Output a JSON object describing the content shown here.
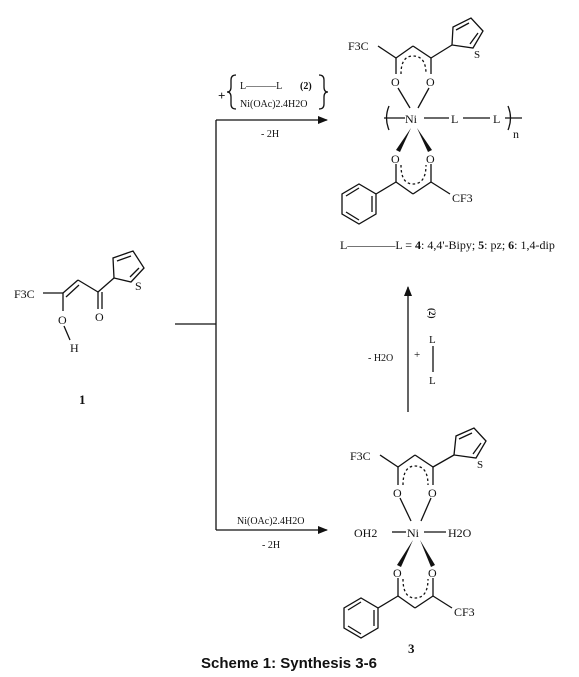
{
  "caption": "Scheme 1: Synthesis 3-6",
  "compound1": {
    "cf3": "F3C",
    "o_h": "O",
    "h": "H",
    "o_keto": "O",
    "s": "S",
    "number": "1"
  },
  "top_arrow": {
    "plus": "+",
    "ligand": "L———L",
    "ligand_num": "(2)",
    "salt": "Ni(OAc)2.4H2O",
    "minus": "- 2H"
  },
  "bottom_arrow": {
    "salt": "Ni(OAc)2.4H2O",
    "minus": "- 2H"
  },
  "vertical_arrow": {
    "minus_water": "- H2O",
    "plus": "+",
    "l_top": "L",
    "l_bottom": "L",
    "num": "(2)"
  },
  "polymer": {
    "cf3_top": "F3C",
    "s_top": "S",
    "o_top_left": "O",
    "o_top_right": "O",
    "ni": "Ni",
    "l1": "L",
    "l2": "L",
    "n": "n",
    "o_bottom_left": "O",
    "o_bottom_right": "O",
    "cf3_bottom": "CF3"
  },
  "legend": {
    "prefix": "L————L = ",
    "n4": "4",
    "t4": ": 4,4'-Bipy; ",
    "n5": "5",
    "t5": ": pz; ",
    "n6": "6",
    "t6": ": 1,4-dip"
  },
  "compound3": {
    "cf3_top": "F3C",
    "s_top": "S",
    "o_top_left": "O",
    "o_top_right": "O",
    "oh2": "OH2",
    "ni": "Ni",
    "h2o": "H2O",
    "o_bottom_left": "O",
    "o_bottom_right": "O",
    "cf3_bottom": "CF3",
    "number": "3"
  }
}
